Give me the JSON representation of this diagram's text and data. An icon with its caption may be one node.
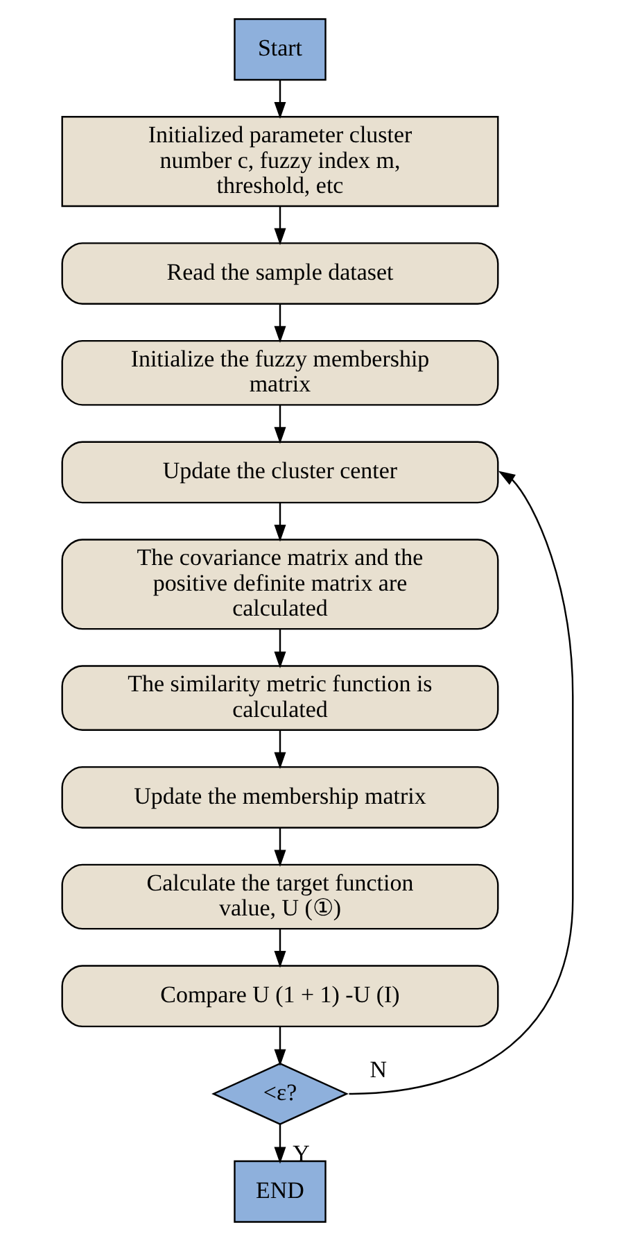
{
  "diagram": {
    "nodes": [
      {
        "text": [
          "Start"
        ]
      },
      {
        "text": [
          "Initialized parameter cluster number c, fuzzy index m, threshold, etc"
        ]
      },
      {
        "text": [
          "Read the sample dataset"
        ]
      },
      {
        "text": [
          "Initialize the fuzzy membership matrix"
        ]
      },
      {
        "text": [
          "Update the cluster center"
        ]
      },
      {
        "text": [
          "The covariance matrix and the positive definite matrix are calculated"
        ]
      },
      {
        "text": [
          "The similarity metric function is calculated"
        ]
      },
      {
        "text": [
          "Update the membership matrix"
        ]
      },
      {
        "text": [
          "Calculate the target function value, U (①)"
        ]
      },
      {
        "text": [
          "Compare U (1 + 1) -U (I)"
        ]
      },
      {
        "text": [
          "<ε?"
        ]
      },
      {
        "text": [
          "END"
        ]
      }
    ],
    "edges": [
      {
        "from": 0,
        "to": 1,
        "arrow": "to"
      },
      {
        "from": 1,
        "to": 2,
        "arrow": "to"
      },
      {
        "from": 2,
        "to": 3,
        "arrow": "to"
      },
      {
        "from": 3,
        "to": 4,
        "arrow": "to"
      },
      {
        "from": 4,
        "to": 5,
        "arrow": "to"
      },
      {
        "from": 5,
        "to": 6,
        "arrow": "to"
      },
      {
        "from": 6,
        "to": 7,
        "arrow": "to"
      },
      {
        "from": 7,
        "to": 8,
        "arrow": "to"
      },
      {
        "from": 8,
        "to": 9,
        "arrow": "to"
      },
      {
        "from": 9,
        "to": 10,
        "arrow": "to"
      },
      {
        "from": 10,
        "to": 4,
        "arrow": "to",
        "label": "N"
      },
      {
        "from": 10,
        "to": 11,
        "arrow": "to",
        "label": "Y"
      }
    ]
  }
}
